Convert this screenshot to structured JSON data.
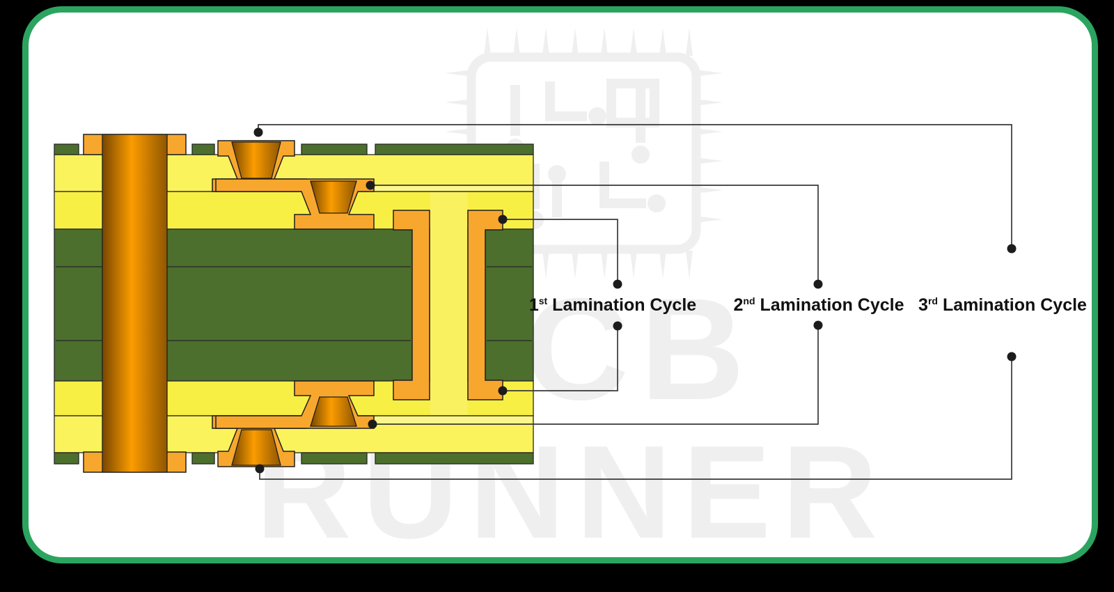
{
  "watermark": {
    "brand_top": "PCB",
    "brand_bottom": "RUNNER",
    "logo": "chip-circuit-icon"
  },
  "labels": {
    "cycle1": {
      "number": "1",
      "ordinal": "st",
      "text": "Lamination Cycle"
    },
    "cycle2": {
      "number": "2",
      "ordinal": "nd",
      "text": "Lamination Cycle"
    },
    "cycle3": {
      "number": "3",
      "ordinal": "rd",
      "text": "Lamination Cycle"
    }
  },
  "colors": {
    "background": "#000000",
    "card": "#FFFFFF",
    "card_border": "#2BA45F",
    "copper_pad": "#F8A72E",
    "copper_outline": "#1E1E1E",
    "copper_dark": "#7A4700",
    "copper_bright": "#FB9C00",
    "copper_dark2": "#8F5600",
    "core_green": "#4C6F2D",
    "prepreg_yellow": "#F8EF45",
    "prepreg_yellow_light": "#FBF35B",
    "prepreg_channel": "#FAF160",
    "prepreg_pale": "#FCF68E",
    "outline": "#262626",
    "leader_line": "#383838",
    "leader_dot": "#1C1C1C",
    "label_text": "#111111",
    "watermark_gray": "#EFEFEF"
  }
}
